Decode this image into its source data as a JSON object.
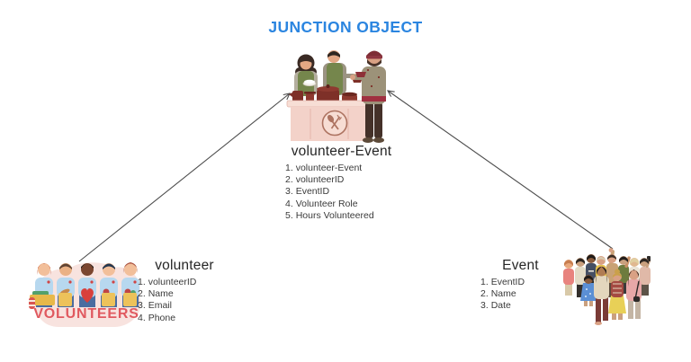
{
  "title": "JUNCTION OBJECT",
  "junction": {
    "heading": "volunteer-Event",
    "fields": [
      "volunteer-Event",
      "volunteerID",
      "EventID",
      "Volunteer Role",
      "Hours Volunteered"
    ]
  },
  "volunteer": {
    "heading": "volunteer",
    "fields": [
      "volunteerID",
      "Name",
      "Email",
      "Phone"
    ],
    "illustration_label": "VOLUNTEERS"
  },
  "event": {
    "heading": "Event",
    "fields": [
      "EventID",
      "Name",
      "Date"
    ]
  },
  "colors": {
    "title_blue": "#2b85e0",
    "volunteers_red": "#e0595f",
    "connector_gray": "#4d4d4d",
    "counter_pink": "#f3d2c9",
    "vest_green": "#75864c",
    "pot_red": "#7e3028"
  }
}
